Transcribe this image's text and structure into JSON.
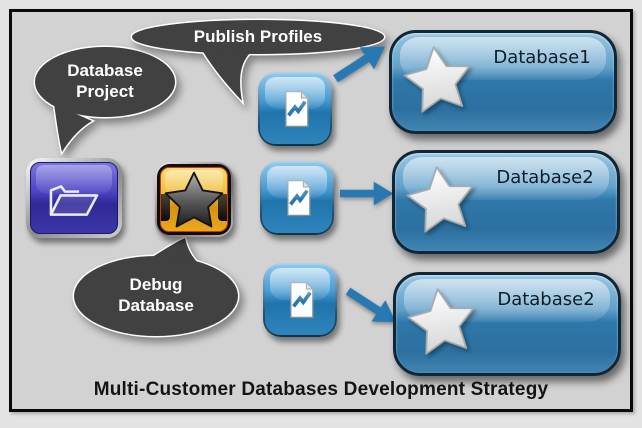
{
  "title": "Multi-Customer Databases Development Strategy",
  "bubbles": {
    "database_project": {
      "line1": "Database",
      "line2": "Project"
    },
    "publish_profiles": {
      "label": "Publish Profiles"
    },
    "debug_database": {
      "line1": "Debug",
      "line2": "Database"
    }
  },
  "databases": [
    {
      "label": "Database1"
    },
    {
      "label": "Database2"
    },
    {
      "label": "Database2"
    }
  ],
  "icons": {
    "database_project": "purple-folder-icon",
    "debug_database": "gold-star-icon",
    "publish_profile": "document-trend-icon",
    "database_node": "white-star-icon",
    "connector": "blue-arrow-icon"
  },
  "colors": {
    "canvas_background": "#d2d2d2",
    "outer_background": "#e3e3e3",
    "frame_border": "#0a0a0a",
    "bubble_fill": "#414141",
    "bubble_outline": "#ffffff",
    "bubble_text": "#ffffff",
    "node_blue": "#2f78aa",
    "arrow_blue": "#2878b2",
    "folder_purple": "#4038b4",
    "gold": "#eaa81c",
    "title_text": "#141414"
  }
}
